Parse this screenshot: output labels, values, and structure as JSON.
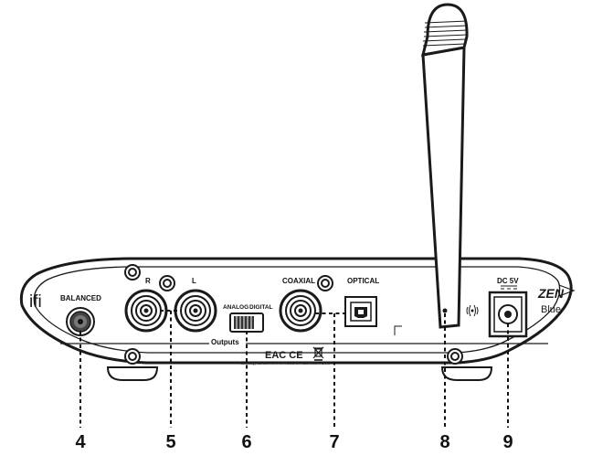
{
  "device": {
    "brand": "ifi",
    "product_logo": "ZEN",
    "product_subtitle": "Blue"
  },
  "panel_labels": {
    "balanced": "BALANCED",
    "right": "R",
    "left": "L",
    "analog": "ANALOG",
    "digital": "DIGITAL",
    "outputs": "Outputs",
    "coaxial": "COAXIAL",
    "optical": "OPTICAL",
    "dc": "DC 5V",
    "certifications": "EAC  CE",
    "fine_print": "Technology licensed from AMR Audio, UK Assembled in China"
  },
  "icons": {
    "bluetooth_signal": "wireless-signal-icon",
    "weee": "crossed-bin-icon"
  },
  "callouts": [
    {
      "number": "4",
      "target": "balanced-output"
    },
    {
      "number": "5",
      "target": "rca-outputs"
    },
    {
      "number": "6",
      "target": "analog-digital-switch"
    },
    {
      "number": "7",
      "target": "coaxial-optical-outputs"
    },
    {
      "number": "8",
      "target": "antenna"
    },
    {
      "number": "9",
      "target": "dc-power-input"
    }
  ]
}
